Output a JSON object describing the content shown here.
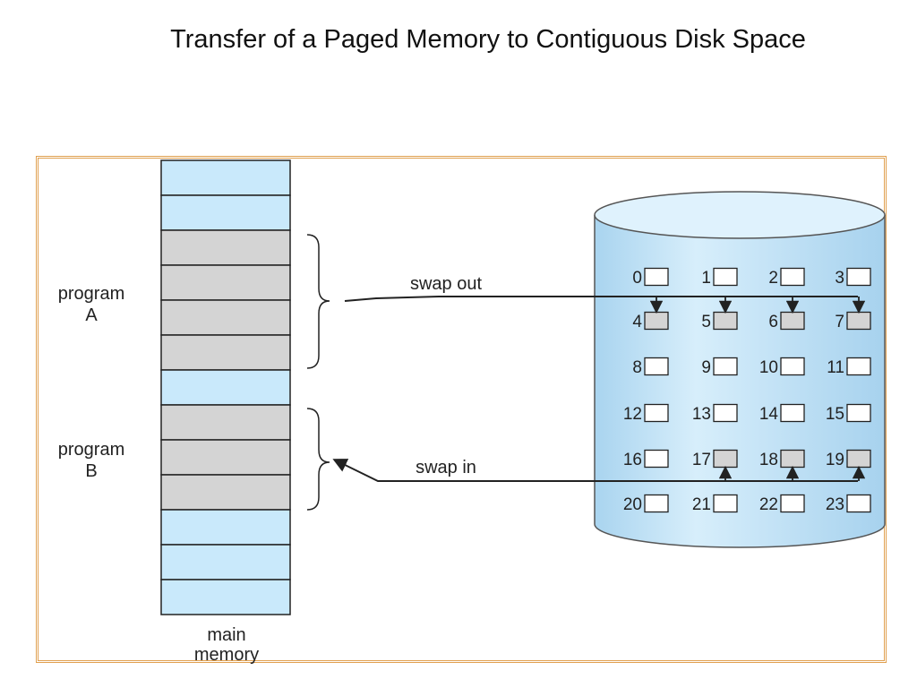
{
  "title": "Transfer of a Paged Memory to Contiguous Disk Space",
  "labels": {
    "program_a_line1": "program",
    "program_a_line2": "A",
    "program_b_line1": "program",
    "program_b_line2": "B",
    "swap_out": "swap out",
    "swap_in": "swap in",
    "memory_line1": "main",
    "memory_line2": "memory"
  },
  "memory_frames": [
    "free",
    "free",
    "A",
    "A",
    "A",
    "A",
    "free",
    "B",
    "B",
    "B",
    "free",
    "free",
    "free"
  ],
  "disk_blocks": [
    "0",
    "1",
    "2",
    "3",
    "4",
    "5",
    "6",
    "7",
    "8",
    "9",
    "10",
    "11",
    "12",
    "13",
    "14",
    "15",
    "16",
    "17",
    "18",
    "19",
    "20",
    "21",
    "22",
    "23"
  ],
  "swapped_out_blocks": [
    4,
    5,
    6,
    7
  ],
  "swapped_in_blocks": [
    17,
    18,
    19
  ],
  "colors": {
    "free_frame": "#c9e9fb",
    "used_frame": "#d4d4d4",
    "disk_fill": "#c6e4f6",
    "frame_border": "#e0a050"
  }
}
